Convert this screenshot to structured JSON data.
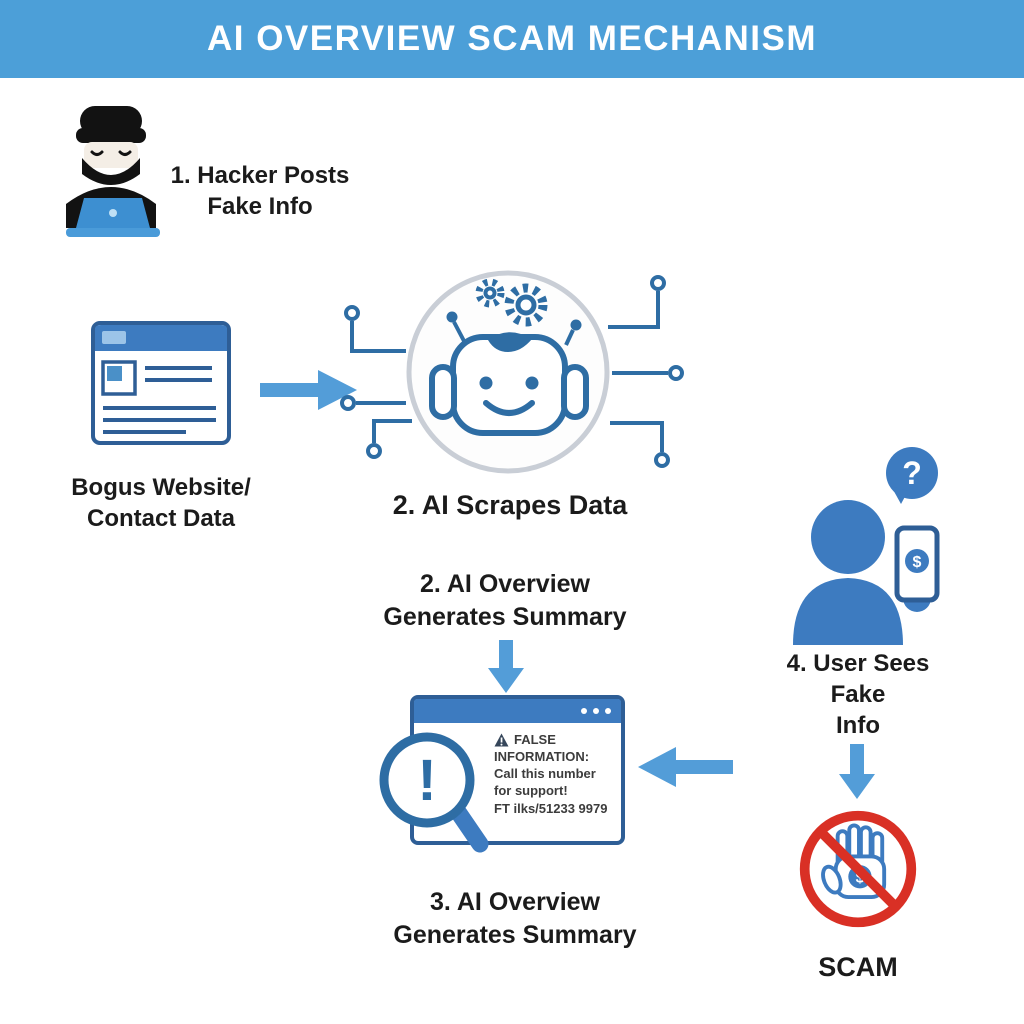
{
  "header": {
    "title": "AI OVERVIEW SCAM MECHANISM"
  },
  "steps": {
    "step1_label": "1. Hacker Posts\nFake Info",
    "bogus_label": "Bogus Website/\nContact Data",
    "step2_label": "2. AI Scrapes Data",
    "step2b_label": "2. AI Overview\nGenerates Summary",
    "step3_label": "3. AI Overview\nGenerates Summary",
    "step4_label": "4. User Sees\nFake\nInfo",
    "scam_label": "SCAM"
  },
  "false_info_window": {
    "heading": "FALSE",
    "body": "INFORMATION:\nCall this number\nfor support!\nFT ilks/51233 9979"
  },
  "icons": {
    "question_mark": "?",
    "dollar_sign": "$",
    "exclamation": "!"
  },
  "colors": {
    "header_bg": "#4C9FD8",
    "accent_blue": "#3D7BC0",
    "stroke_blue": "#2E5E96",
    "robot_blue": "#2E6DA4",
    "arrow_blue": "#539DD8",
    "circle_gray": "#C9CED6",
    "alert_red": "#D93025",
    "text_dark": "#1B1B1B"
  }
}
